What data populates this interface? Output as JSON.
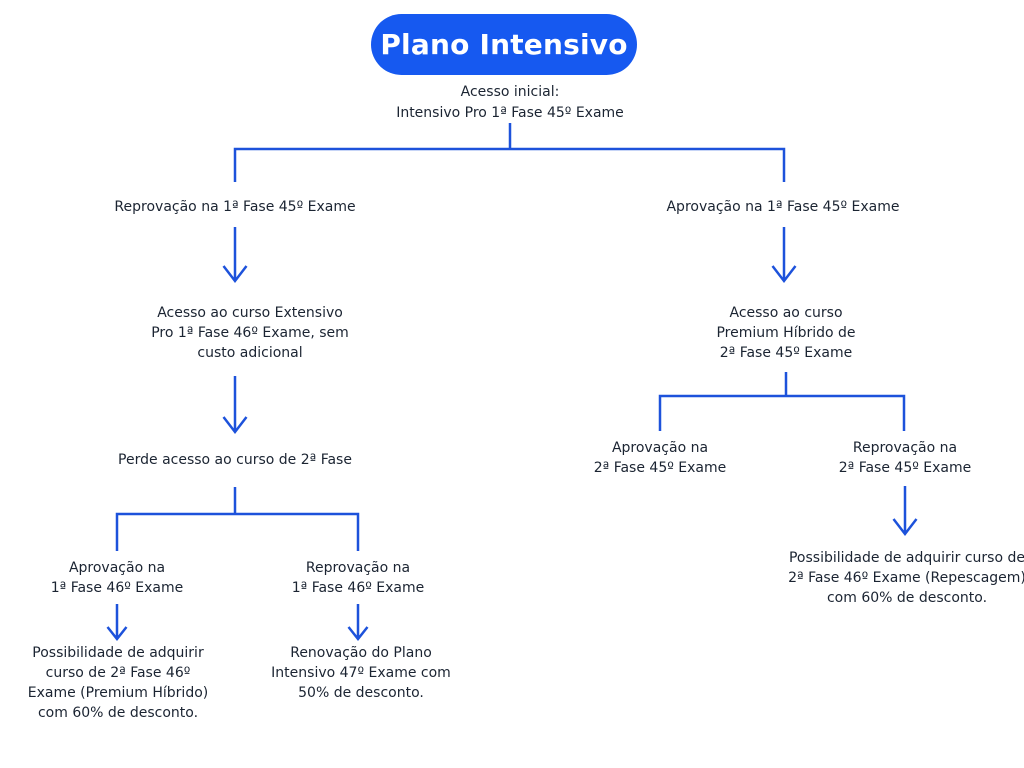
{
  "diagram": {
    "title": "Plano Intensivo",
    "colors": {
      "pill_background": "#1659F0",
      "pill_text": "#FFFFFF",
      "connector_blue": "#1D52DB",
      "text_dark": "#1B2432",
      "background": "#FFFFFF"
    },
    "nodes": {
      "initial_access": "Acesso inicial:\nIntensivo Pro 1ª Fase 45º Exame",
      "fail_phase1_45": "Reprovação na 1ª Fase 45º Exame",
      "pass_phase1_45": "Aprovação na 1ª Fase 45º Exame",
      "extensivo_access": "Acesso ao curso Extensivo\nPro 1ª Fase 46º Exame, sem\ncusto adicional",
      "lose_phase2_access": "Perde acesso ao curso de 2ª Fase",
      "pass_phase1_46": "Aprovação na\n1ª Fase 46º Exame",
      "fail_phase1_46": "Reprovação na\n1ª Fase 46º Exame",
      "pass_phase1_46_outcome": "Possibilidade de adquirir\ncurso de 2ª Fase 46º\nExame (Premium Híbrido)\ncom 60% de desconto.",
      "fail_phase1_46_outcome": "Renovação do Plano\nIntensivo 47º Exame com\n50% de desconto.",
      "premium_access": "Acesso ao curso\nPremium Híbrido de\n2ª Fase 45º Exame",
      "pass_phase2_45": "Aprovação na\n2ª Fase 45º Exame",
      "fail_phase2_45": "Reprovação na\n2ª Fase 45º Exame",
      "fail_phase2_45_outcome": "Possibilidade de adquirir curso de\n2ª Fase 46º Exame (Repescagem)\ncom 60% de desconto."
    }
  }
}
